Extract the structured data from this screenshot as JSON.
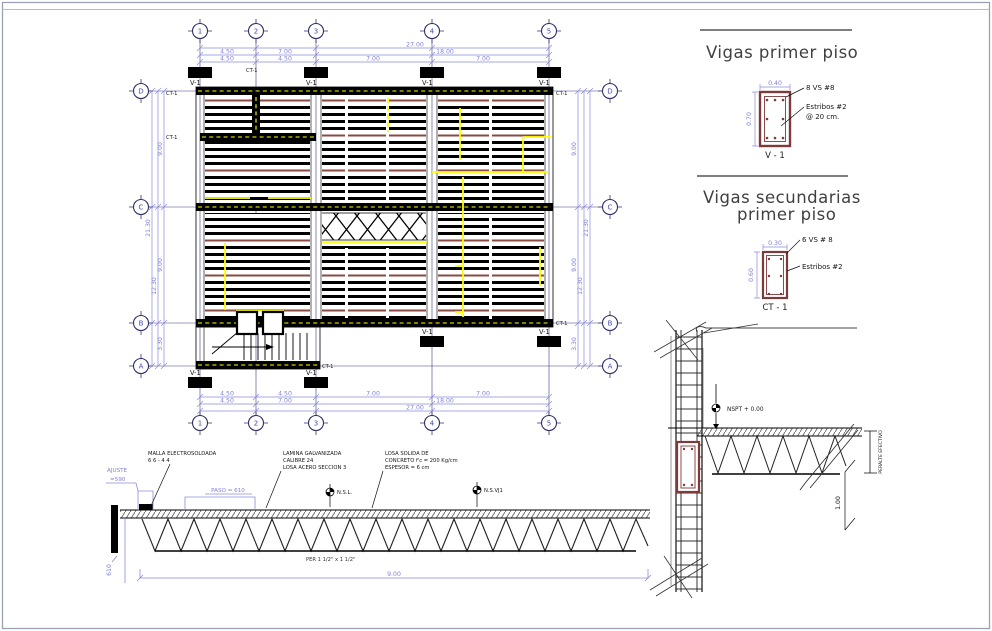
{
  "colors": {
    "dimension_blue": "#8080d8",
    "grid_navy": "#3e3e7e",
    "electrical_yellow": "#ffff00",
    "rebar_maroon": "#7d3a3a",
    "ink_black": "#000000",
    "frame_gray": "#9aa3ad"
  },
  "plan": {
    "col_bubbles": [
      "1",
      "2",
      "3",
      "4",
      "5"
    ],
    "row_bubbles": [
      "D",
      "C",
      "B",
      "A"
    ],
    "column_label": "V-1",
    "beam_label": "CT-1",
    "dims_top": {
      "total": "27.00",
      "mid": [
        "4.50",
        "7.00",
        "18.00"
      ],
      "inner": [
        "4.50",
        "4.50",
        "7.00",
        "7.00"
      ]
    },
    "dims_bottom": {
      "total": "27.00",
      "mid": [
        "4.50",
        "7.00",
        "18.00"
      ],
      "inner": [
        "4.50",
        "4.50",
        "7.00",
        "7.00"
      ]
    },
    "dims_left": {
      "total": "21.30",
      "span": "12.30",
      "seg": [
        "9.00",
        "9.00",
        "3.30"
      ]
    },
    "dims_right": {
      "total": "21.30",
      "span": "12.30",
      "seg": [
        "9.00",
        "9.00",
        "3.30"
      ]
    }
  },
  "beam_detail": {
    "v1": {
      "title": "Vigas primer piso",
      "width": "0.40",
      "depth": "0.70",
      "rebar": "8 VS #8",
      "stirrup1": "Estribos #2",
      "stirrup2": "@ 20 cm.",
      "label": "V - 1"
    },
    "ct1": {
      "title1": "Vigas secundarias",
      "title2": "primer piso",
      "width": "0.30",
      "depth": "0.60",
      "rebar": "6 VS # 8",
      "stirrup": "Estribos #2",
      "label": "CT - 1"
    }
  },
  "truss": {
    "malla1": "MALLA ELECTROSOLDADA",
    "malla2": "6 6 - 4 4",
    "lamina1": "LAMINA GALVANIZADA",
    "lamina2": "CALIBRE 24",
    "lamina3": "LOSA ACERO SECCION 3",
    "losa1": "LOSA SOLIDA DE",
    "losa2": "CONCRETO f'c = 200 Kg/cm",
    "losa3": "ESPESOR = 6 cm",
    "ajuste1": "AJUSTE",
    "ajuste2": "=590",
    "paso": "PASO = 610",
    "nsl": "N.S.L.",
    "nsvj": "N.S.VJ1",
    "per": "PER 1 1/2\" x 1 1/2\"",
    "span": "9.00",
    "height": "610"
  },
  "wall": {
    "level": "NSPT + 0.00",
    "peralte": "PERALTE EFECTIVO",
    "dim": "1.00"
  }
}
